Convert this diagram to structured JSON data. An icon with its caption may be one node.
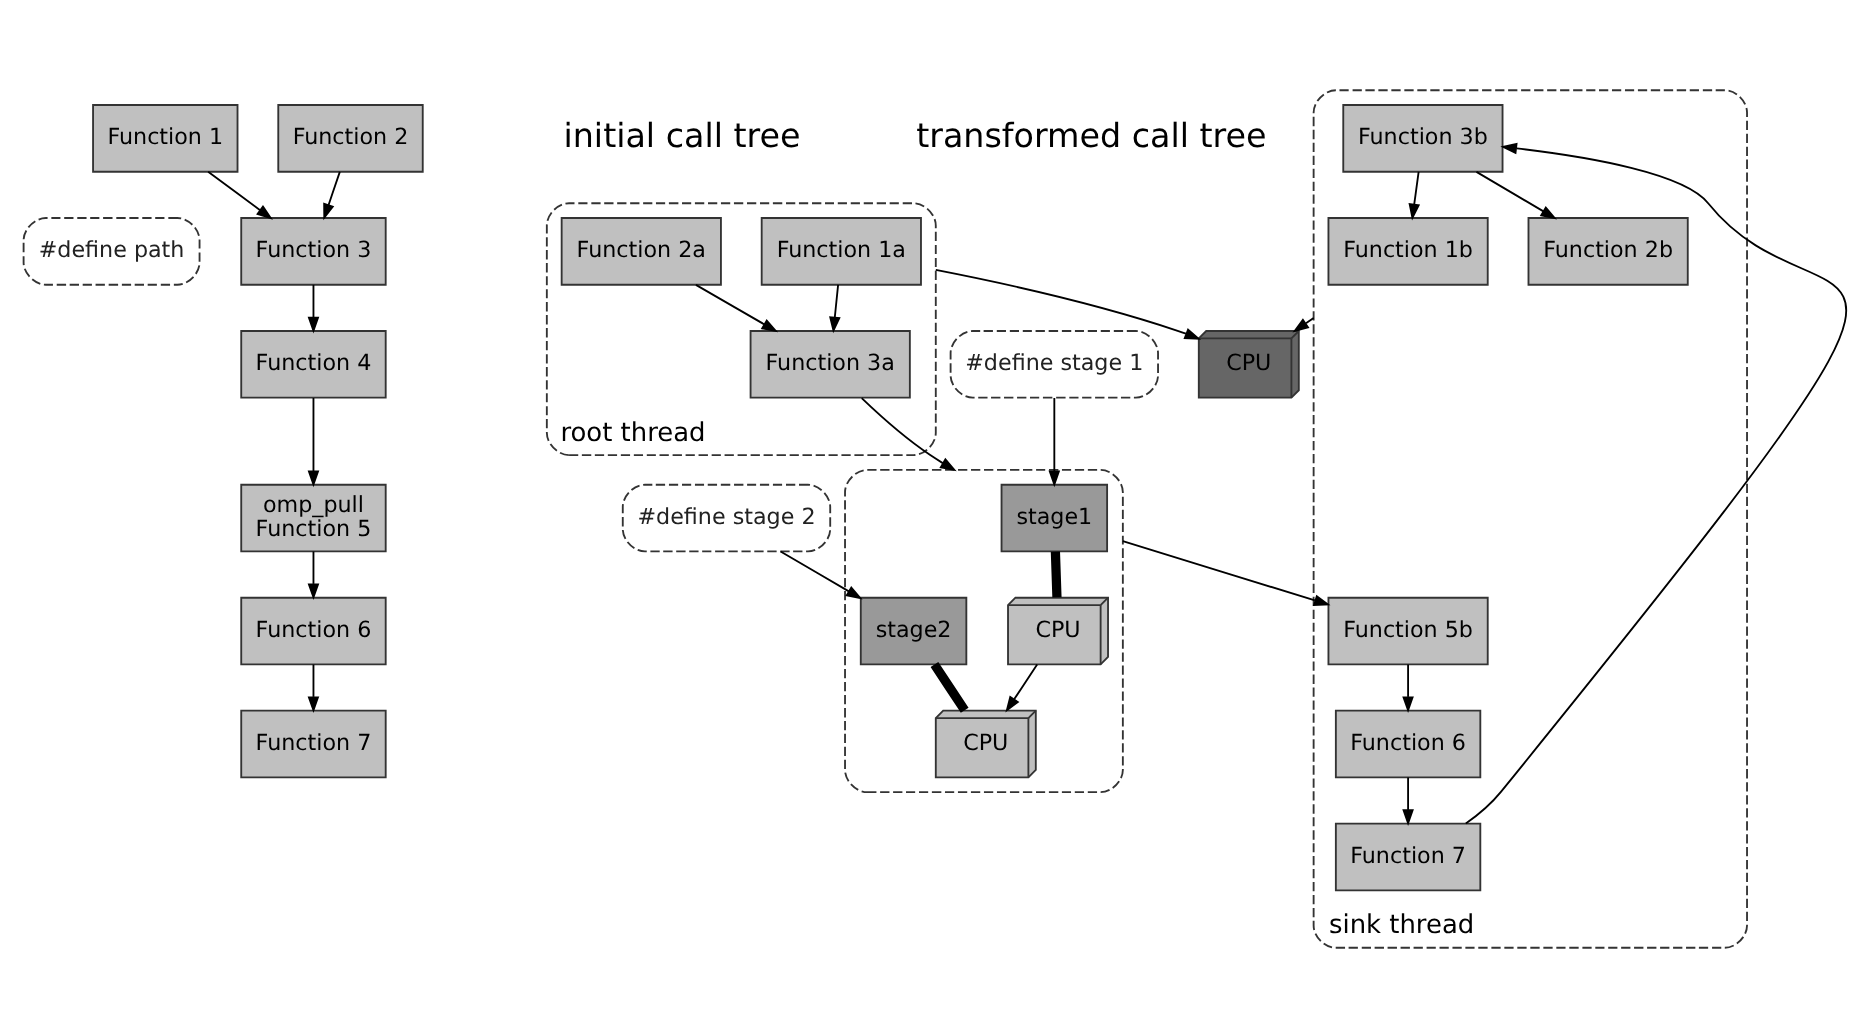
{
  "diagram": {
    "nodes": [
      {
        "text": [
          "#define path"
        ]
      },
      {
        "text": [
          "Function 1"
        ]
      },
      {
        "text": [
          "Function 2"
        ]
      },
      {
        "text": [
          "Function 3"
        ]
      },
      {
        "text": [
          "#define stage 1"
        ]
      },
      {
        "text": [
          "#define stage 2"
        ]
      },
      {
        "text": [
          "Function 4"
        ]
      },
      {
        "text": [
          "omp_pull",
          "Function 5"
        ]
      },
      {
        "text": [
          "Function 6"
        ]
      },
      {
        "text": [
          "Function 7"
        ]
      },
      {
        "text": [
          "root thread"
        ]
      },
      {
        "text": [
          "Function 1a"
        ],
        "in": 10
      },
      {
        "text": [
          "Function 2a"
        ],
        "in": 10
      },
      {
        "text": [
          "Function 3a"
        ],
        "in": 10
      },
      {
        "text": [
          "CPU"
        ]
      },
      {
        "text": [],
        "shape": "box"
      },
      {
        "text": [
          "stage1"
        ],
        "in": 15
      },
      {
        "text": [
          "stage2"
        ],
        "in": 15
      },
      {
        "text": [
          "CPU"
        ],
        "in": 15
      },
      {
        "text": [
          "CPU"
        ],
        "in": 15
      },
      {
        "text": [
          "sink thread"
        ]
      },
      {
        "text": [
          "Function 1b"
        ],
        "in": 20
      },
      {
        "text": [
          "Function 2b"
        ],
        "in": 20
      },
      {
        "text": [
          "Function 3b"
        ],
        "in": 20
      },
      {
        "text": [
          "Function 5b"
        ],
        "in": 20
      },
      {
        "text": [
          "Function 6"
        ],
        "in": 20
      },
      {
        "text": [
          "Function 7"
        ],
        "in": 20
      }
    ],
    "edges": [
      {
        "from": 1,
        "to": 3,
        "arrow": "to"
      },
      {
        "from": 2,
        "to": 3,
        "arrow": "to"
      },
      {
        "from": 3,
        "to": 6,
        "arrow": "to"
      },
      {
        "from": 6,
        "to": 7,
        "arrow": "to"
      },
      {
        "from": 7,
        "to": 8,
        "arrow": "to"
      },
      {
        "from": 8,
        "to": 9,
        "arrow": "to"
      },
      {
        "from": 4,
        "to": 16,
        "arrow": "to"
      },
      {
        "from": 5,
        "to": 17,
        "arrow": "to"
      },
      {
        "from": 11,
        "to": 13,
        "arrow": "to"
      },
      {
        "from": 12,
        "to": 13,
        "arrow": "to"
      },
      {
        "from": 10,
        "to": 14,
        "arrow": "to"
      },
      {
        "from": 13,
        "to": 15,
        "arrow": "to"
      },
      {
        "from": 20,
        "to": 14,
        "arrow": "to"
      },
      {
        "from": 15,
        "to": 24,
        "arrow": "to"
      },
      {
        "from": 26,
        "to": 23,
        "arrow": "to"
      },
      {
        "from": 23,
        "to": 21,
        "arrow": "to"
      },
      {
        "from": 23,
        "to": 22,
        "arrow": "to"
      },
      {
        "from": 24,
        "to": 25,
        "arrow": "to"
      },
      {
        "from": 25,
        "to": 26,
        "arrow": "to"
      },
      {
        "from": 16,
        "to": 18,
        "arrow": "none",
        "style": "thick"
      },
      {
        "from": 17,
        "to": 19,
        "arrow": "none",
        "style": "thick"
      },
      {
        "from": 18,
        "to": 19,
        "arrow": "to"
      }
    ],
    "labels": [
      "initial call tree",
      "transformed call tree"
    ]
  }
}
